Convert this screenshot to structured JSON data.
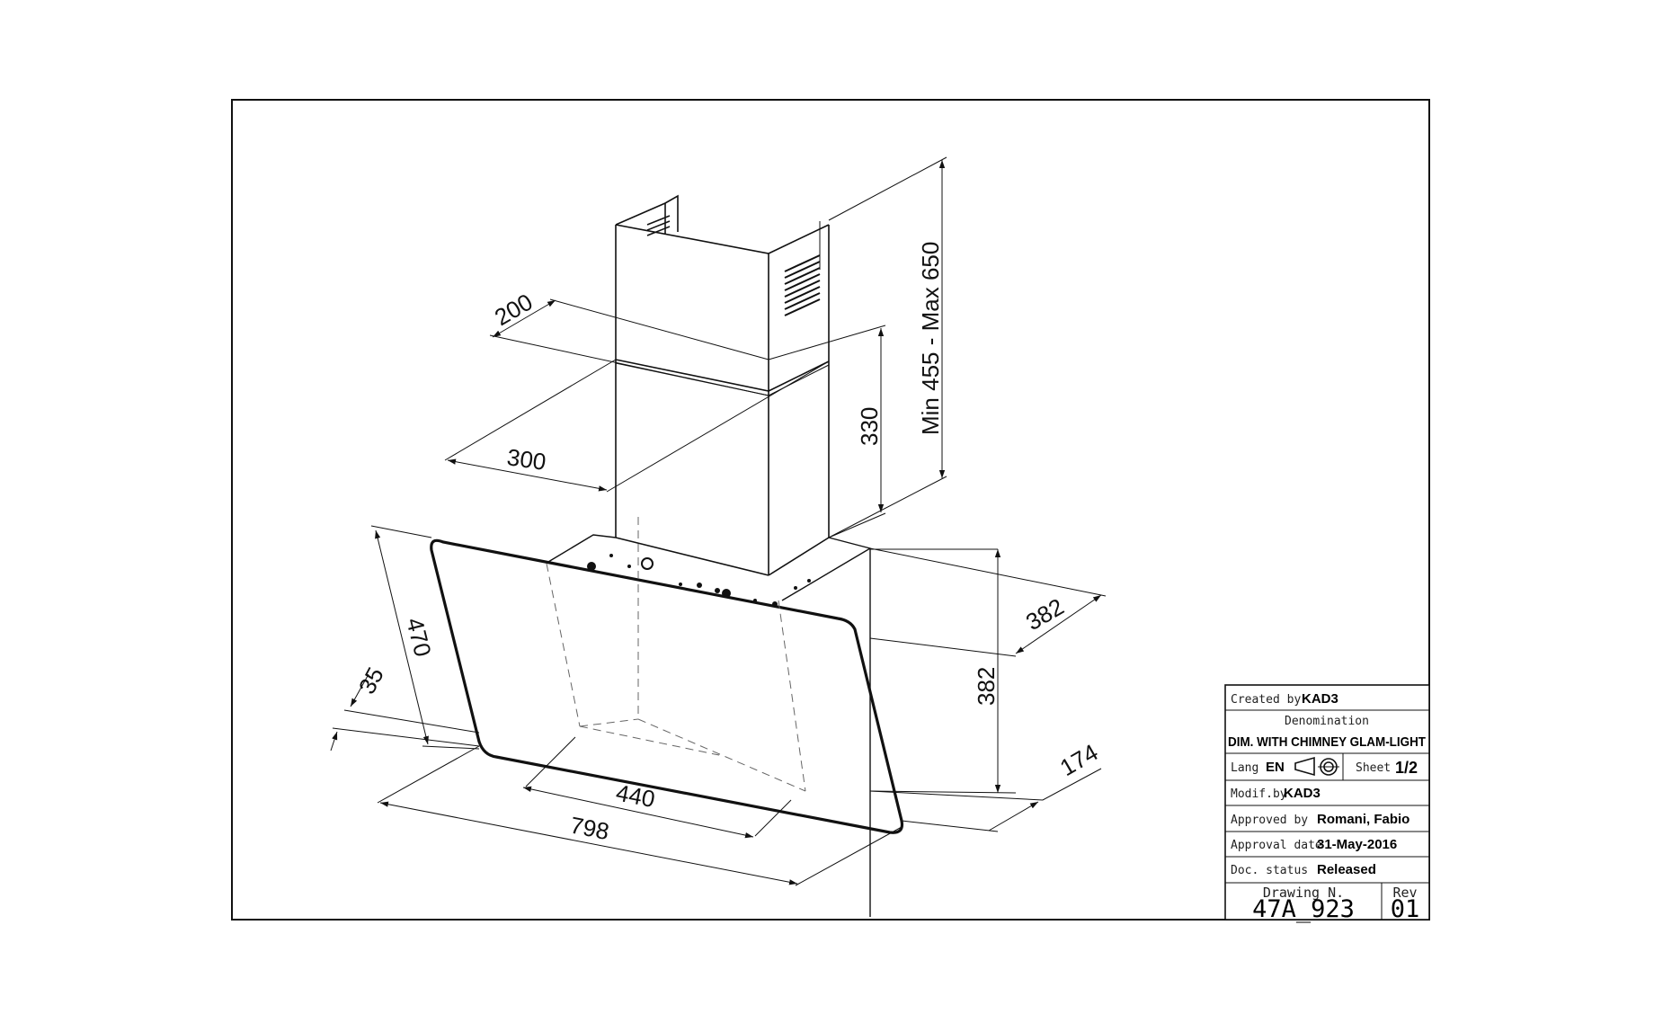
{
  "dimensions": {
    "chimney_height_range": "Min  455  -  Max  650",
    "chimney_depth": "200",
    "chimney_width": "300",
    "chimney_section_height": "330",
    "glass_height": "470",
    "glass_offset": "35",
    "inner_width": "440",
    "overall_width": "798",
    "body_depth": "382",
    "body_height": "382",
    "base_depth": "174"
  },
  "title_block": {
    "created_by_label": "Created by",
    "created_by_value": "KAD3",
    "denomination_label": "Denomination",
    "denomination_value": "DIM. WITH  CHIMNEY GLAM-LIGHT",
    "lang_label": "Lang",
    "lang_value": "EN",
    "sheet_label": "Sheet",
    "sheet_value": "1/2",
    "modified_by_label": "Modif.by",
    "modified_by_value": "KAD3",
    "approved_by_label": "Approved by",
    "approved_by_value": "Romani, Fabio",
    "approval_date_label": "Approval date",
    "approval_date_value": "31-May-2016",
    "doc_status_label": "Doc. status",
    "doc_status_value": "Released",
    "drawing_number_label": "Drawing N.",
    "drawing_number_value": "47A_923",
    "rev_label": "Rev",
    "rev_value": "01"
  },
  "icons": [
    "projection-symbol-icon"
  ]
}
